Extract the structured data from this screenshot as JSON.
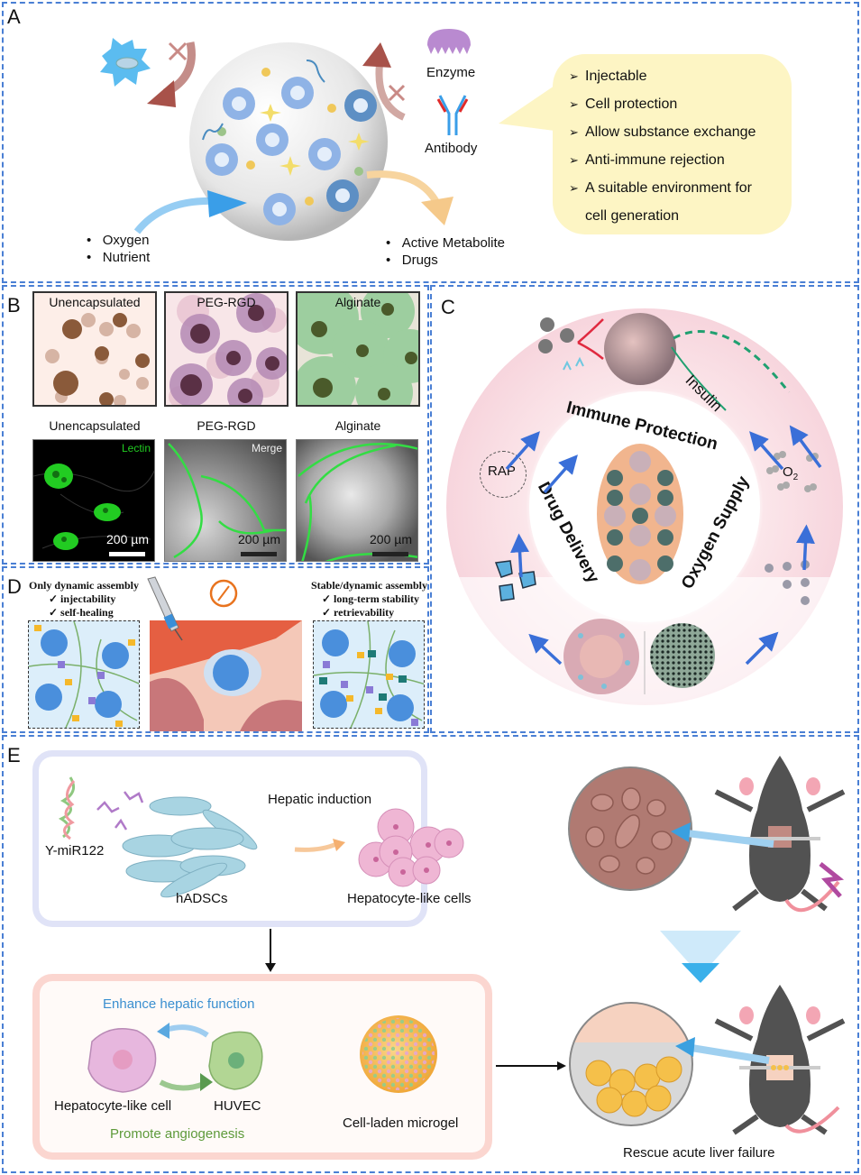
{
  "figure": {
    "panels": {
      "A": {
        "label": "A",
        "inputs": [
          "Oxygen",
          "Nutrient"
        ],
        "outputs": [
          "Active Metabolite",
          "Drugs"
        ],
        "blocked": [
          "Enzyme",
          "Antibody"
        ],
        "features": [
          "Injectable",
          "Cell protection",
          "Allow substance exchange",
          "Anti-immune rejection",
          "A suitable environment for",
          "cell generation"
        ],
        "colors": {
          "bubble": "#fdf5c4",
          "blue_arrow": "#3a9ee8",
          "red_arrow": "#a8524a",
          "orange_arrow": "#f5c98a"
        }
      },
      "B": {
        "label": "B",
        "schematic_titles": [
          "Unencapsulated",
          "PEG-RGD",
          "Alginate"
        ],
        "micro_titles": [
          "Unencapsulated",
          "PEG-RGD",
          "Alginate"
        ],
        "stain_label": "Lectin",
        "merge_label": "Merge",
        "scale_bars": [
          "200 µm",
          "200 µm",
          "200 µm"
        ],
        "colors": {
          "lectin": "#22cc22"
        }
      },
      "C": {
        "label": "C",
        "ring_labels": {
          "top": "Immune Protection",
          "left": "Drug Delivery",
          "right": "Oxygen Supply"
        },
        "rap_label": "RAP",
        "o2_label": "O",
        "o2_sub": "2",
        "insulin_label": "Insulin",
        "colors": {
          "ring": "#f8dde3",
          "arrow": "#3a6fd8"
        }
      },
      "D": {
        "label": "D",
        "left_title": "Only dynamic assembly",
        "left_checks": [
          "✓ injectability",
          "✓ self-healing"
        ],
        "right_title": "Stable/dynamic assembly",
        "right_checks": [
          "✓ long-term stability",
          "✓ retrievability"
        ],
        "colors": {
          "clock": "#e8731e",
          "box_bg": "#dceefa"
        }
      },
      "E": {
        "label": "E",
        "top_box": {
          "mirna_label": "Y-miR122",
          "stem_label": "hADSCs",
          "induction_label": "Hepatic induction",
          "result_label": "Hepatocyte-like cells"
        },
        "bottom_box": {
          "enhance_label": "Enhance hepatic function",
          "hep_label": "Hepatocyte-like cell",
          "huvec_label": "HUVEC",
          "angio_label": "Promote angiogenesis",
          "microgel_label": "Cell-laden microgel"
        },
        "rescue_label": "Rescue acute liver failure",
        "colors": {
          "enhance": "#3a8fd0",
          "angio": "#5e9a3a",
          "top_box": "#d9ddf5",
          "bottom_box": "#fbd5cf"
        }
      }
    }
  }
}
